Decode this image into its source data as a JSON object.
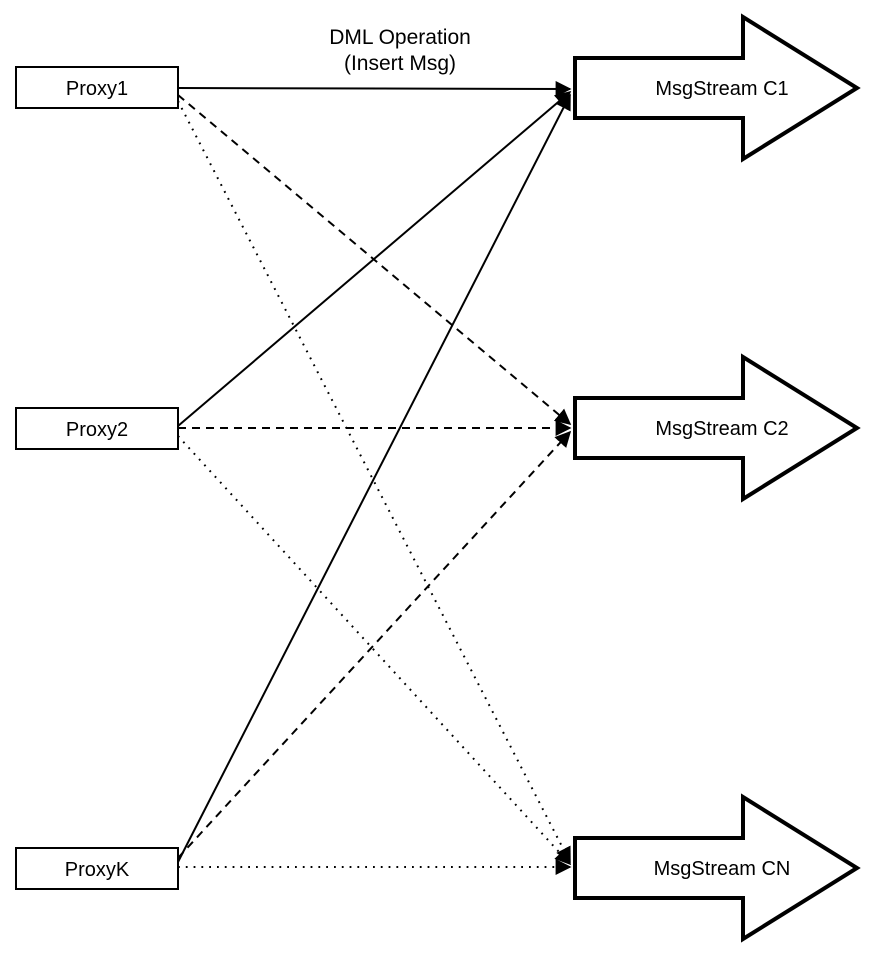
{
  "diagram": {
    "title": {
      "line1": "DML Operation",
      "line2": "(Insert Msg)"
    },
    "proxies": [
      {
        "label": "Proxy1"
      },
      {
        "label": "Proxy2"
      },
      {
        "label": "ProxyK"
      }
    ],
    "streams": [
      {
        "label": "MsgStream C1"
      },
      {
        "label": "MsgStream C2"
      },
      {
        "label": "MsgStream CN"
      }
    ],
    "connections": [
      {
        "from": "Proxy1",
        "to": "MsgStream C1",
        "style": "solid"
      },
      {
        "from": "Proxy2",
        "to": "MsgStream C1",
        "style": "solid"
      },
      {
        "from": "ProxyK",
        "to": "MsgStream C1",
        "style": "solid"
      },
      {
        "from": "Proxy1",
        "to": "MsgStream C2",
        "style": "dashed"
      },
      {
        "from": "Proxy2",
        "to": "MsgStream C2",
        "style": "dashed"
      },
      {
        "from": "ProxyK",
        "to": "MsgStream C2",
        "style": "dashed"
      },
      {
        "from": "Proxy1",
        "to": "MsgStream CN",
        "style": "dotted"
      },
      {
        "from": "Proxy2",
        "to": "MsgStream CN",
        "style": "dotted"
      },
      {
        "from": "ProxyK",
        "to": "MsgStream CN",
        "style": "dotted"
      }
    ],
    "colors": {
      "stroke": "#000000",
      "fill": "#ffffff",
      "background": "#ffffff"
    }
  }
}
